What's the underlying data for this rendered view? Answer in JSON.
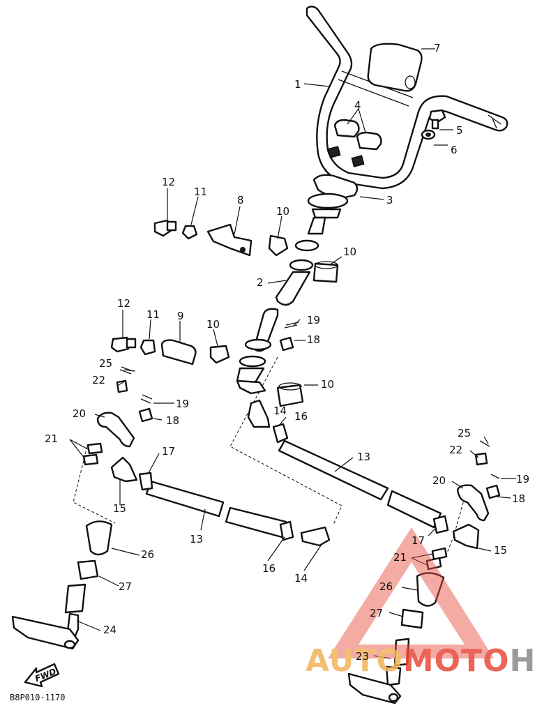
{
  "diagram": {
    "part_code": "B8P010-1170",
    "front_arrow_label": "FWD",
    "callouts": [
      "1",
      "2",
      "3",
      "4",
      "5",
      "6",
      "7",
      "8",
      "9",
      "10",
      "11",
      "12",
      "13",
      "14",
      "15",
      "16",
      "17",
      "18",
      "19",
      "20",
      "21",
      "22",
      "23",
      "24",
      "25",
      "26",
      "27"
    ]
  },
  "watermark": {
    "part1": "AUTO",
    "part2": "MOTO",
    "part3": "HUB",
    "colors": {
      "orange": "#f2b35a",
      "red": "#e84a3a",
      "gray": "#8a8a8a"
    }
  }
}
